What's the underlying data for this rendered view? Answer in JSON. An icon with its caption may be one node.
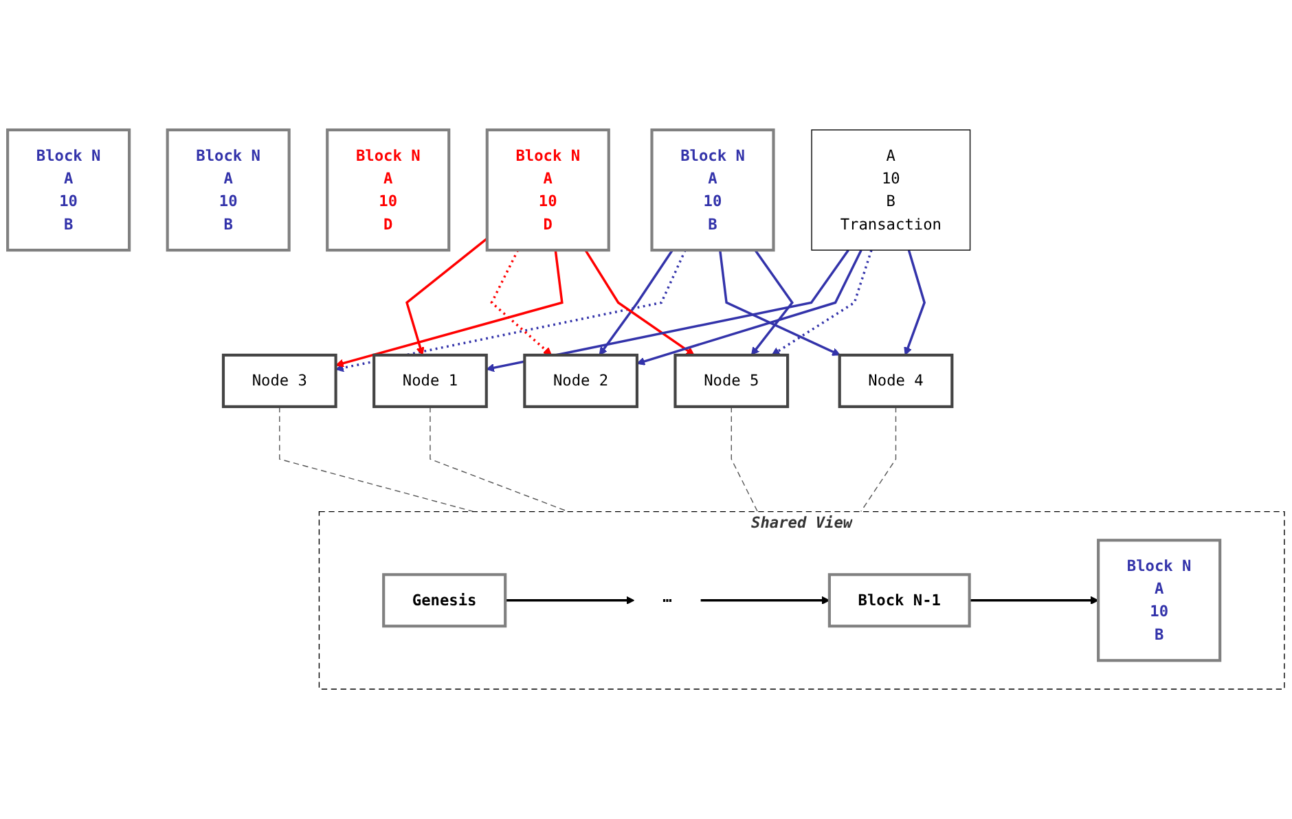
{
  "diagram": {
    "nodes": [
      {
        "text": [
          "Node 1"
        ]
      },
      {
        "text": [
          "Node 2"
        ]
      },
      {
        "text": [
          "Node 3"
        ]
      },
      {
        "text": [
          "Block N",
          "A",
          "10",
          "B"
        ]
      },
      {
        "text": [
          "Block N",
          "A",
          "10",
          "B"
        ]
      },
      {
        "text": [
          "Block N",
          "A",
          "10",
          "B"
        ]
      },
      {
        "text": [
          "Block N",
          "A",
          "10",
          "D"
        ]
      },
      {
        "text": [
          "Block N",
          "A",
          "10",
          "D"
        ]
      },
      {
        "text": [
          "Shared View"
        ]
      },
      {
        "text": [
          "Genesis"
        ],
        "in": 8
      },
      {
        "text": [
          "⋯"
        ],
        "in": 8
      },
      {
        "text": [
          "Block N-1"
        ],
        "in": 8
      },
      {
        "text": [
          "Block N",
          "A",
          "10",
          "B"
        ],
        "in": 8
      },
      {
        "text": [
          "Node 5"
        ]
      },
      {
        "text": [
          "A",
          "10",
          "B",
          "Transaction"
        ]
      },
      {
        "text": [
          "Node 4"
        ]
      }
    ],
    "edges": [
      {
        "from": 4,
        "to": 1,
        "arrow": "to"
      },
      {
        "from": 4,
        "to": 2,
        "arrow": "to",
        "style": "dashed"
      },
      {
        "from": 4,
        "to": 15,
        "arrow": "to"
      },
      {
        "from": 4,
        "to": 13,
        "arrow": "to"
      },
      {
        "from": 7,
        "to": 0,
        "arrow": "to",
        "color": "#ff0000"
      },
      {
        "from": 7,
        "to": 1,
        "arrow": "to",
        "style": "dashed",
        "color": "#ff0000"
      },
      {
        "from": 7,
        "to": 2,
        "arrow": "to",
        "color": "#ff0000"
      },
      {
        "from": 7,
        "to": 13,
        "arrow": "to",
        "color": "#ff0000"
      },
      {
        "from": 14,
        "to": 0,
        "arrow": "to"
      },
      {
        "from": 14,
        "to": 1,
        "arrow": "to"
      },
      {
        "from": 14,
        "to": 13,
        "arrow": "to",
        "style": "dashed"
      },
      {
        "from": 14,
        "to": 15,
        "arrow": "to"
      },
      {
        "from": 9,
        "to": 10,
        "arrow": "to",
        "color": "#000000"
      },
      {
        "from": 10,
        "to": 11,
        "arrow": "to",
        "color": "#000000"
      },
      {
        "from": 11,
        "to": 12,
        "arrow": "to",
        "color": "#000000"
      },
      {
        "from": 0,
        "to": 8,
        "arrow": "none",
        "style": "dashed",
        "color": "#555555"
      },
      {
        "from": 2,
        "to": 8,
        "arrow": "none",
        "style": "dashed",
        "color": "#555555"
      },
      {
        "from": 13,
        "to": 8,
        "arrow": "none",
        "style": "dashed",
        "color": "#555555"
      },
      {
        "from": 15,
        "to": 8,
        "arrow": "none",
        "style": "dashed",
        "color": "#555555"
      }
    ]
  }
}
